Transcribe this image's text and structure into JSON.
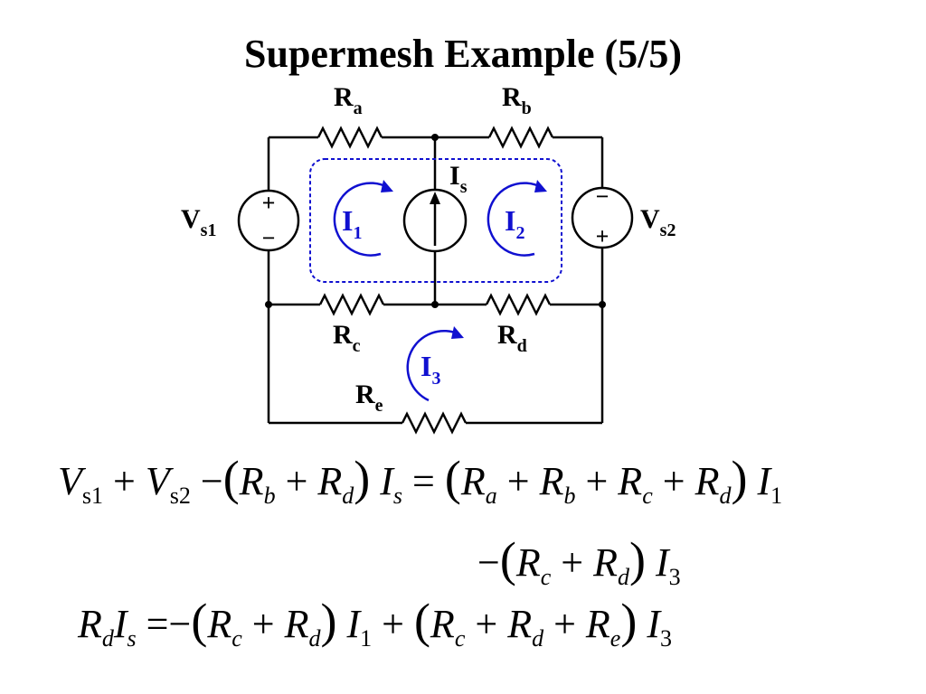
{
  "title": "Supermesh Example (5/5)",
  "colors": {
    "wire": "#000000",
    "mesh": "#1010d0",
    "supermesh": "#1010d0"
  },
  "labels": {
    "Ra": {
      "main": "R",
      "sub": "a"
    },
    "Rb": {
      "main": "R",
      "sub": "b"
    },
    "Rc": {
      "main": "R",
      "sub": "c"
    },
    "Rd": {
      "main": "R",
      "sub": "d"
    },
    "Re": {
      "main": "R",
      "sub": "e"
    },
    "Is": {
      "main": "I",
      "sub": "s"
    },
    "Vs1": {
      "main": "V",
      "sub": "s1"
    },
    "Vs2": {
      "main": "V",
      "sub": "s2"
    },
    "I1": {
      "main": "I",
      "sub": "1"
    },
    "I2": {
      "main": "I",
      "sub": "2"
    },
    "I3": {
      "main": "I",
      "sub": "3"
    },
    "plus": "+",
    "minus": "−"
  },
  "equations": {
    "eq1": {
      "lhs": [
        "V",
        "s1",
        "+",
        "V",
        "s2",
        "−",
        "(",
        "R",
        "b",
        "+",
        "R",
        "d",
        ")",
        "I",
        "s",
        "="
      ],
      "rhs": [
        "(",
        "R",
        "a",
        "+",
        "R",
        "b",
        "+",
        "R",
        "c",
        "+",
        "R",
        "d",
        ")",
        "I",
        "1"
      ]
    },
    "eq2": [
      "−",
      "(",
      "R",
      "c",
      "+",
      "R",
      "d",
      ")",
      "I",
      "3"
    ],
    "eq3": [
      "R",
      "d",
      "I",
      "s",
      "=",
      "−",
      "(",
      "R",
      "c",
      "+",
      "R",
      "d",
      ")",
      "I",
      "1",
      "+",
      "(",
      "R",
      "c",
      "+",
      "R",
      "d",
      "+",
      "R",
      "e",
      ")",
      "I",
      "3"
    ]
  }
}
